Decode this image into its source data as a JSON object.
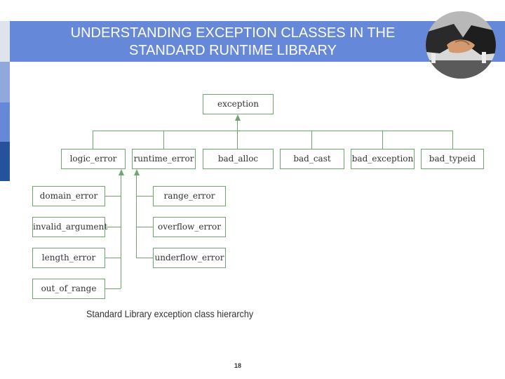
{
  "slide": {
    "title_line1": "UNDERSTANDING EXCEPTION CLASSES IN THE",
    "title_line2": "STANDARD RUNTIME LIBRARY",
    "page_number": "18",
    "accent_colors": [
      "#dfe3ec",
      "#90a8dc",
      "#6688d8",
      "#4a6cc4",
      "#25529a"
    ]
  },
  "diagram": {
    "root": "exception",
    "children": [
      "logic_error",
      "runtime_error",
      "bad_alloc",
      "bad_cast",
      "bad_exception",
      "bad_typeid"
    ],
    "logic_error_children": [
      "domain_error",
      "invalid_argument",
      "length_error",
      "out_of_range"
    ],
    "runtime_error_children": [
      "range_error",
      "overflow_error",
      "underflow_error"
    ],
    "caption": "Standard Library exception class hierarchy",
    "line_color": "#6fa46f"
  }
}
